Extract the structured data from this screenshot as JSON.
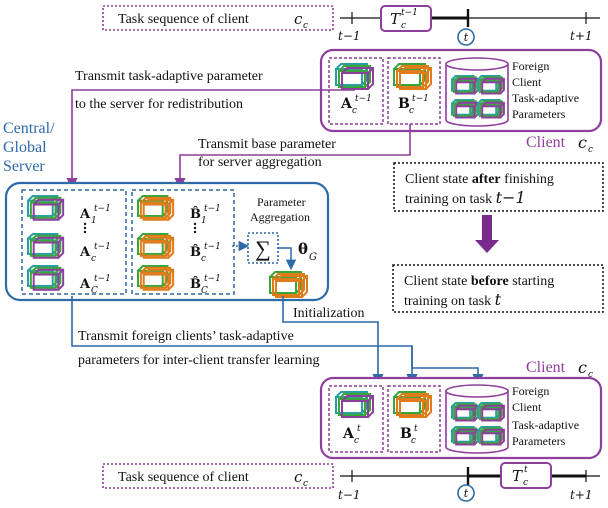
{
  "colors": {
    "purple": "#8e3e9c",
    "blue": "#2e69a8",
    "dark_purple": "#7a2a8a",
    "green": "#3aa63a",
    "orange": "#e07b1a",
    "teal": "#2aa0a0"
  },
  "timeline_top": {
    "label": "Task sequence of client",
    "client_var": "c",
    "client_sub": "c",
    "task_var": "T",
    "task_sub": "c",
    "task_sup": "t−1",
    "tick_left": "t−1",
    "tick_right": "t+1",
    "marker": "t"
  },
  "timeline_bottom": {
    "label": "Task sequence of client",
    "client_var": "c",
    "client_sub": "c",
    "task_var": "T",
    "task_sub": "c",
    "task_sup": "t",
    "tick_left": "t−1",
    "tick_right": "t+1",
    "marker": "t"
  },
  "client_top": {
    "title_word": "Client",
    "title_var": "c",
    "title_sub": "c",
    "A_label": "A",
    "A_sub": "c",
    "A_sup": "t−1",
    "B_label": "B",
    "B_sub": "c",
    "B_sup": "t−1",
    "foreign_lines": [
      "Foreign",
      "Client",
      "Task-adaptive",
      "Parameters"
    ]
  },
  "client_bottom": {
    "title_word": "Client",
    "title_var": "c",
    "title_sub": "c",
    "A_label": "A",
    "A_sub": "c",
    "A_sup": "t",
    "B_label": "B",
    "B_sub": "c",
    "B_sup": "t",
    "foreign_lines": [
      "Foreign",
      "Client",
      "Task-adaptive",
      "Parameters"
    ]
  },
  "server": {
    "label_lines": [
      "Central/",
      "Global",
      "Server"
    ],
    "agg_lines": [
      "Parameter",
      "Aggregation"
    ],
    "sum_symbol": "∑",
    "theta_label": "θ",
    "theta_sub": "G",
    "A_rows": [
      {
        "label": "A",
        "sub": "1",
        "sup": "t−1"
      },
      {
        "label": "A",
        "sub": "c",
        "sup": "t−1"
      },
      {
        "label": "A",
        "sub": "C",
        "sup": "t−1"
      }
    ],
    "B_rows": [
      {
        "label": "B̂",
        "sub": "1",
        "sup": "t−1"
      },
      {
        "label": "B̂",
        "sub": "c",
        "sup": "t−1"
      },
      {
        "label": "B̂",
        "sub": "C",
        "sup": "t−1"
      }
    ]
  },
  "arrows": {
    "transmit_task_adaptive": [
      "Transmit task-adaptive parameter",
      "to the server for redistribution"
    ],
    "transmit_base": [
      "Transmit base parameter",
      "for server aggregation"
    ],
    "transmit_foreign": [
      "Transmit foreign clients’ task-adaptive",
      "parameters for inter-client transfer learning"
    ],
    "initialization": "Initialization"
  },
  "state_after": {
    "line1_pre": "Client state ",
    "line1_bold": "after",
    "line1_post": " finishing",
    "line2_pre": "training on task ",
    "line2_var": "t−1"
  },
  "state_before": {
    "line1_pre": "Client state ",
    "line1_bold": "before",
    "line1_post": " starting",
    "line2_pre": "training on task ",
    "line2_var": "t"
  }
}
